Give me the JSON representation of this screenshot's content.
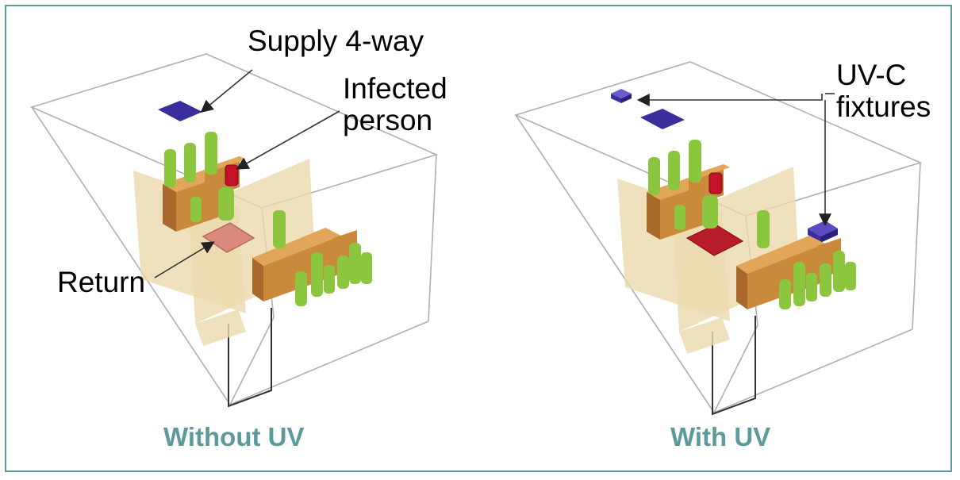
{
  "labels": {
    "supply": "Supply 4-way",
    "infected": "Infected person",
    "return": "Return",
    "uvc": "UV-C fixtures"
  },
  "captions": {
    "without": "Without UV",
    "with": "With UV"
  },
  "colors": {
    "frame": "#5d9a9c",
    "caption": "#5d9a9c",
    "supply_diffuser": "#3a2e9c",
    "return_grille_without": "#d98a7c",
    "return_grille_with": "#b81c2a",
    "infected_person": "#c4122a",
    "occupant": "#8cc63f",
    "desk": "#c98a3c",
    "partition": "#ecd9ae",
    "uvc_fixture": "#3a2e9c"
  }
}
